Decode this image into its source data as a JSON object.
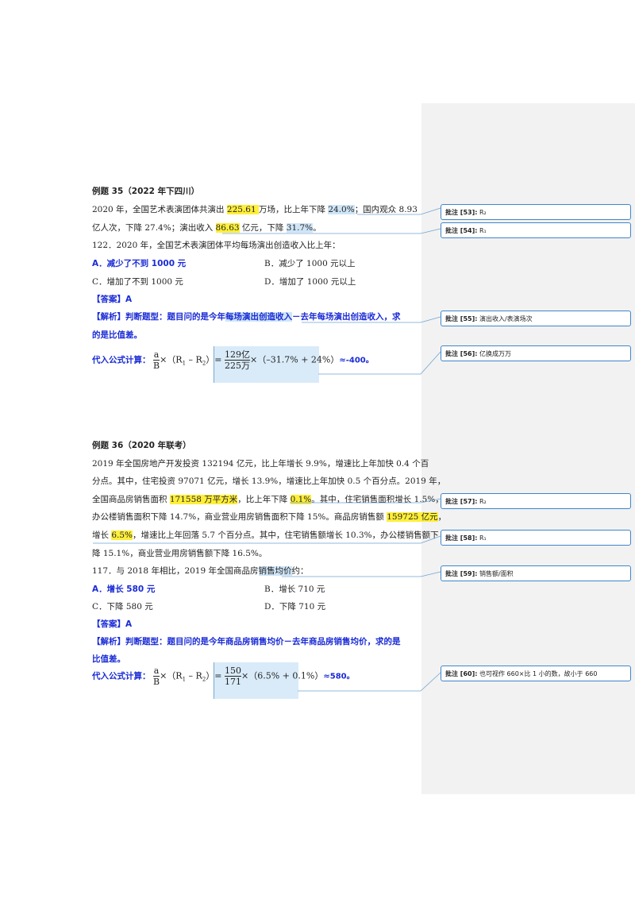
{
  "ex35": {
    "title": "例题 35（2022 年下四川）",
    "p1_a": "2020 年，全国艺术表演团体共演出 ",
    "p1_hl1": "225.61 ",
    "p1_b": "万场，比上年下降 ",
    "p1_hl2": "24.0%",
    "p1_c": "；国内观众 8.93",
    "p2_a": "亿人次，下降 27.4%；演出收入 ",
    "p2_hl1": "86.63",
    "p2_b": " 亿元，下降 ",
    "p2_hl2": "31.7%",
    "p2_c": "。",
    "question": "122．2020 年，全国艺术表演团体平均每场演出创造收入比上年：",
    "optA": "A．减少了不到 1000 元",
    "optB": "B．减少了 1000 元以上",
    "optC": "C．增加了不到 1000 元",
    "optD": "D．增加了 1000 元以上",
    "answer": "【答案】A",
    "analysis_a": "【解析】判断题型：题目问的是今年",
    "analysis_hl": "每场演出创造收入",
    "analysis_b": "－去年每场演出创造收入，求",
    "analysis_2": "的是比值差。",
    "formula_label": "代入公式计算：",
    "f_a": "a",
    "f_B": "B",
    "f_r": "×（R",
    "f_r1": "1",
    "f_minus": " – R",
    "f_r2": "2",
    "f_close": "）=",
    "f_num": "129亿",
    "f_den": "225万",
    "f_tail": "×（–31.7% + 24%）",
    "f_result": "≈-400。"
  },
  "ex36": {
    "title": "例题 36（2020 年联考）",
    "p1": "2019 年全国房地产开发投资 132194 亿元，比上年增长 9.9%，增速比上年加快 0.4 个百",
    "p2": "分点。其中，住宅投资 97071 亿元，增长 13.9%，增速比上年加快 0.5 个百分点。2019 年，",
    "p3_a": "全国商品房销售面积 ",
    "p3_hl1": "171558 万平方米",
    "p3_b": "，比上年下降 ",
    "p3_hl2": "0.1%",
    "p3_c": "。其中，住宅销售面积增长 1.5%，",
    "p4_a": "办公楼销售面积下降 14.7%，商业营业用房销售面积下降 15%。商品房销售额 ",
    "p4_hl": "159725 亿元",
    "p4_b": "，",
    "p5_a": "增长 ",
    "p5_hl": "6.5%",
    "p5_b": "，增速比上年回落 5.7 个百分点。其中，住宅销售额增长 10.3%，办公楼销售额下",
    "p6": "降 15.1%，商业营业用房销售额下降 16.5%。",
    "question_a": "117．与 2018 年相比，2019 年全国商品房",
    "question_hl": "销售均价",
    "question_b": "约：",
    "optA": "A．增长 580 元",
    "optB": "B．增长 710 元",
    "optC": "C．下降 580 元",
    "optD": "D．下降 710 元",
    "answer": "【答案】A",
    "analysis_1": "【解析】判断题型：题目问的是今年商品房销售均价－去年商品房销售均价，求的是",
    "analysis_2": "比值差。",
    "formula_label": "代入公式计算：",
    "f_a": "a",
    "f_B": "B",
    "f_r": "×（R",
    "f_r1": "1",
    "f_minus": " – R",
    "f_r2": "2",
    "f_close": "）=",
    "f_num": "150",
    "f_den": "171",
    "f_tail": "×（6.5% + 0.1%）",
    "f_result": "≈580。"
  },
  "comments": [
    {
      "label": "批注 [53]:",
      "text": "R₂"
    },
    {
      "label": "批注 [54]:",
      "text": "R₁"
    },
    {
      "label": "批注 [55]:",
      "text": "演出收入/表演场次"
    },
    {
      "label": "批注 [56]:",
      "text": "亿换成万万"
    },
    {
      "label": "批注 [57]:",
      "text": "R₂"
    },
    {
      "label": "批注 [58]:",
      "text": "R₁"
    },
    {
      "label": "批注 [59]:",
      "text": "销售额/面积"
    },
    {
      "label": "批注 [60]:",
      "text": "也可视作 660×比 1 小的数，故小于 660"
    }
  ],
  "colors": {
    "highlight": "#ffef3a",
    "selection": "#cfe5f7",
    "accent_blue": "#1a2bd6",
    "comment_border": "#3f86c9"
  }
}
